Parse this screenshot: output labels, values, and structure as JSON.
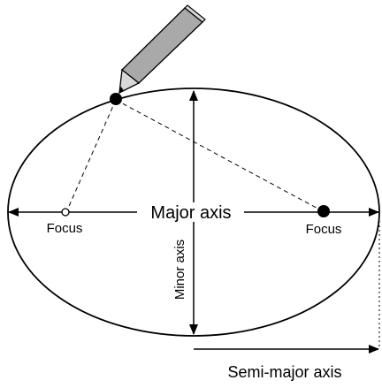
{
  "labels": {
    "major_axis": "Major axis",
    "minor_axis": "Minor axis",
    "focus_left": "Focus",
    "focus_right": "Focus",
    "semi_major_axis": "Semi-major axis"
  },
  "colors": {
    "ink": "#000000",
    "pencil_body": "#a9a9a9",
    "pencil_tip": "#d8d8d8",
    "background": "#ffffff"
  },
  "icons": {
    "drawing_tool": "pencil-icon"
  }
}
